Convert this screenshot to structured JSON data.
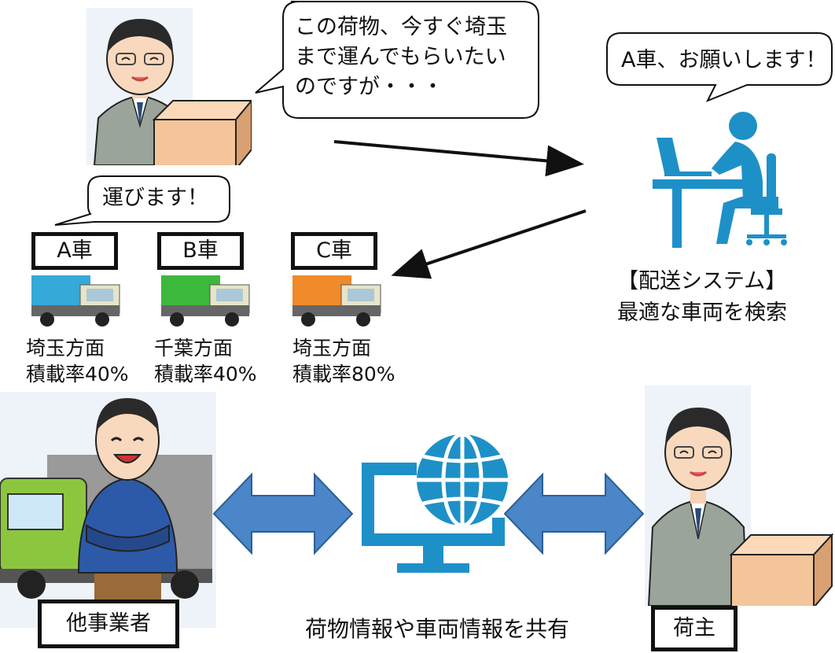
{
  "speech": {
    "shipper_request_lines": [
      "この荷物、今すぐ埼玉",
      "まで運んでもらいたい",
      "のですが・・・"
    ],
    "system_reply": "A車、お願いします！",
    "truck_reply": "運びます！"
  },
  "trucks": [
    {
      "label": "A車",
      "destination": "埼玉方面",
      "load_rate": "積載率40%",
      "color": "#35a9d8"
    },
    {
      "label": "B車",
      "destination": "千葉方面",
      "load_rate": "積載率40%",
      "color": "#3cb83c"
    },
    {
      "label": "C車",
      "destination": "埼玉方面",
      "load_rate": "積載率80%",
      "color": "#f08a2a"
    }
  ],
  "system": {
    "title": "【配送システム】",
    "subtitle": "最適な車両を検索"
  },
  "bottom": {
    "carrier_label": "他事業者",
    "shipper_label": "荷主",
    "share_caption": "荷物情報や車両情報を共有"
  },
  "colors": {
    "accent_blue": "#1e90c8",
    "arrow_blue": "#4a86c8",
    "box": "#f4c49a"
  }
}
